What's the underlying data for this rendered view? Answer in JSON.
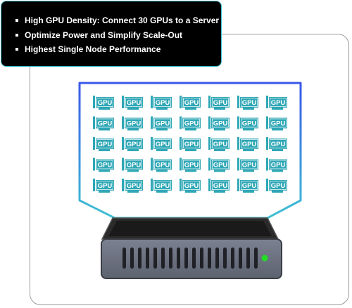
{
  "features": [
    "High GPU Density: Connect 30 GPUs to a Server",
    "Optimize Power and Simplify Scale-Out",
    "Highest Single Node Performance"
  ],
  "gpu_label": "GPU",
  "gpu_grid": {
    "rows": 5,
    "columns": 7
  },
  "colors": {
    "callout_background": "#000000",
    "callout_border": "#3fc1d3",
    "gpu_card": "#2fa7b6",
    "projection_outline": "#3a57e8",
    "server_body": "#6b7280",
    "server_top": "#2b2b2b",
    "led": "#22dd22"
  },
  "icons": {
    "gpu": "gpu-card-icon",
    "server": "server-chassis-icon",
    "led": "status-led-icon"
  }
}
